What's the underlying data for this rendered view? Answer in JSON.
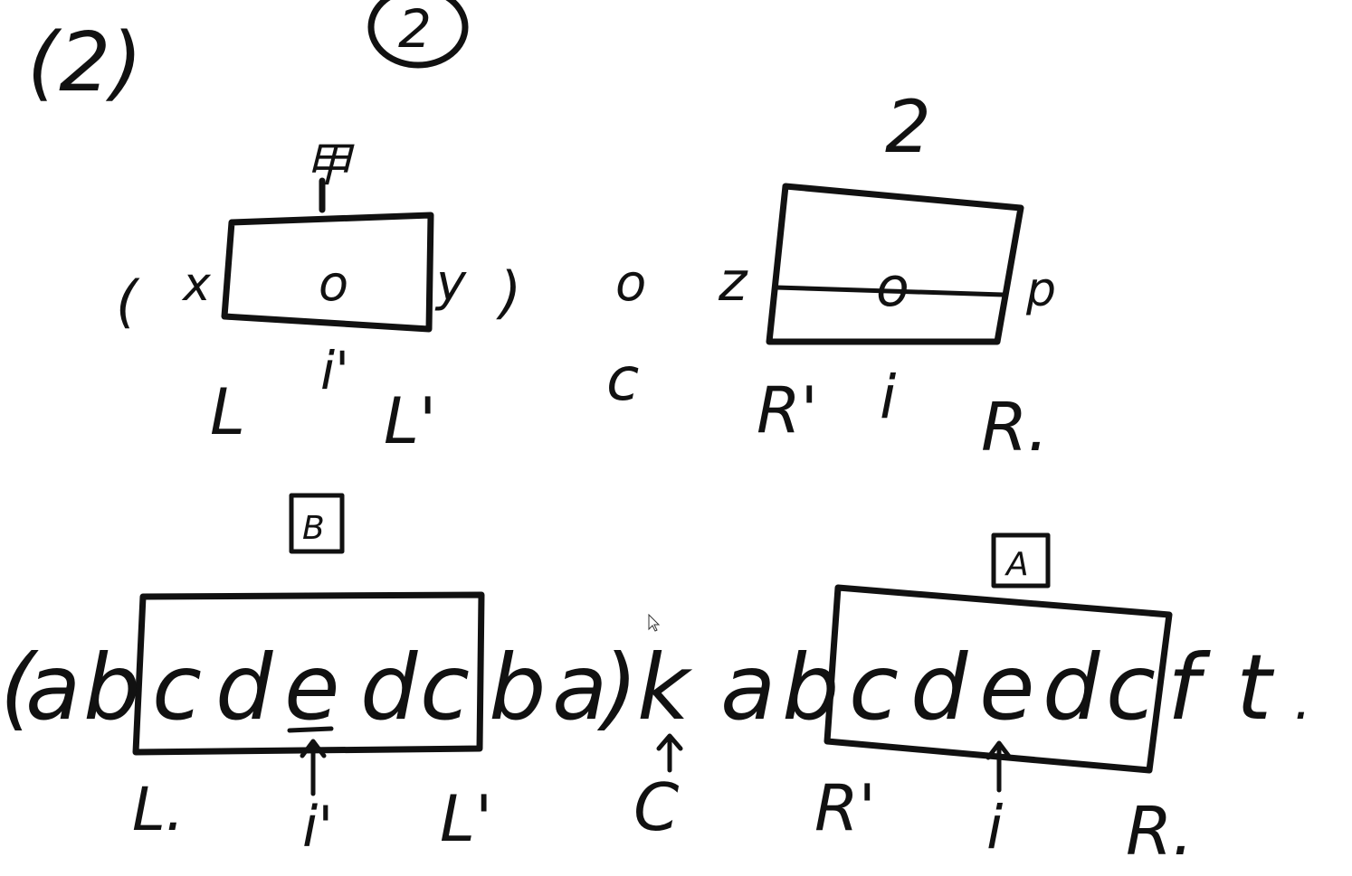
{
  "header": {
    "part_label": "(2)",
    "circled_label": "2"
  },
  "diagram_top": {
    "left_box": {
      "top_mark": "甲",
      "left_paren": "(",
      "left_char": "x",
      "center_char": "o",
      "right_char": "y",
      "right_paren": ")",
      "below_left": "L",
      "below_mid": "i'",
      "below_right": "L'"
    },
    "center_char": "o",
    "center_below": "c",
    "right_box": {
      "top_mark": "2",
      "left_char": "z",
      "center_char": "o",
      "right_char": "p",
      "below_left": "R'",
      "below_mid": "i",
      "below_right": "R."
    }
  },
  "diagram_bottom": {
    "left_box_mark": "B",
    "right_box_mark": "A",
    "sequence": [
      "(",
      "a",
      "b",
      "c",
      "d",
      "e",
      "d",
      "c",
      "b",
      "a",
      ")",
      "k",
      "a",
      "b",
      "c",
      "d",
      "e",
      "d",
      "c",
      "f",
      "t",
      "."
    ],
    "left_labels": {
      "left": "L.",
      "mid": "i'",
      "right": "L'"
    },
    "center_label": "C",
    "right_labels": {
      "left": "R'",
      "mid": "i",
      "right": "R."
    }
  },
  "colors": {
    "ink": "#111111",
    "background": "#ffffff"
  }
}
